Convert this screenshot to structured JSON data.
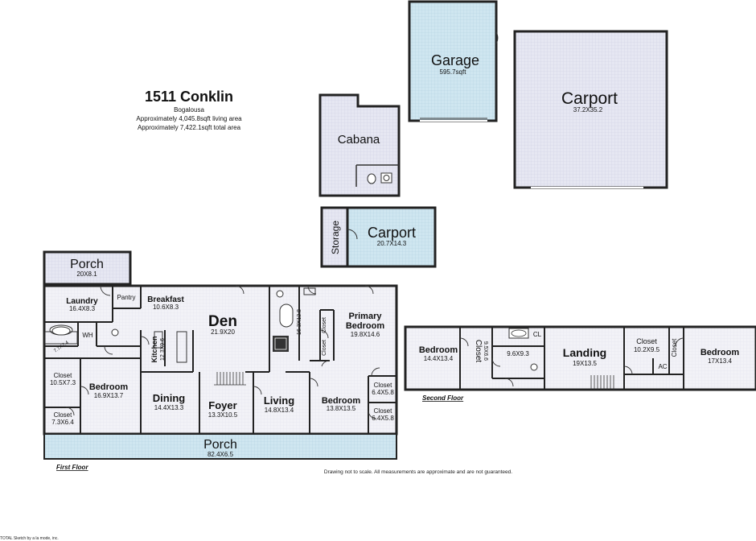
{
  "header": {
    "address": "1511 Conklin",
    "city": "Bogalousa",
    "living_area": "Approximately 4,045.8sqft living area",
    "total_area": "Approximately 7,422.1sqft total area"
  },
  "outbuildings": {
    "garage": {
      "name": "Garage",
      "size": "595.7sqft"
    },
    "carport_large": {
      "name": "Carport",
      "size": "37.2X35.2"
    },
    "cabana": {
      "name": "Cabana"
    },
    "storage": {
      "name": "Storage"
    },
    "carport_small": {
      "name": "Carport",
      "size": "20.7X14.3"
    }
  },
  "first_floor": {
    "label": "First Floor",
    "rooms": {
      "porch_top": {
        "name": "Porch",
        "size": "20X8.1"
      },
      "laundry": {
        "name": "Laundry",
        "size": "16.4X8.3"
      },
      "pantry": {
        "name": "Pantry"
      },
      "breakfast": {
        "name": "Breakfast",
        "size": "10.6X8.3"
      },
      "wh": {
        "name": "WH"
      },
      "bath_size": {
        "size": "7.7X7.4"
      },
      "kitchen": {
        "name": "Kitchen",
        "size": "12.3X9.6"
      },
      "den": {
        "name": "Den",
        "size": "21.9X20"
      },
      "primary_bath": {
        "size": "16.3X12.8"
      },
      "primary_closet_1": {
        "name": "Closet"
      },
      "primary_closet_2": {
        "name": "Closet"
      },
      "primary_bedroom": {
        "name1": "Primary",
        "name2": "Bedroom",
        "size": "19.8X14.6"
      },
      "closet_left_top": {
        "name": "Closet",
        "size": "10.5X7.3"
      },
      "closet_left_bottom": {
        "name": "Closet",
        "size": "7.3X6.4"
      },
      "bedroom_left": {
        "name": "Bedroom",
        "size": "16.9X13.7"
      },
      "dining": {
        "name": "Dining",
        "size": "14.4X13.3"
      },
      "foyer": {
        "name": "Foyer",
        "size": "13.3X10.5"
      },
      "living": {
        "name": "Living",
        "size": "14.8X13.4"
      },
      "bedroom_right": {
        "name": "Bedroom",
        "size": "13.8X13.5"
      },
      "closet_right_top": {
        "name": "Closet",
        "size": "6.4X5.8"
      },
      "closet_right_bottom": {
        "name": "Closet",
        "size": "6.4X5.8"
      },
      "porch_front": {
        "name": "Porch",
        "size": "82.4X6.5"
      }
    }
  },
  "second_floor": {
    "label": "Second Floor",
    "rooms": {
      "bedroom_left": {
        "name": "Bedroom",
        "size": "14.4X13.4"
      },
      "closet_left": {
        "name": "Closet",
        "size": "9.5X6.6"
      },
      "cl": {
        "name": "CL"
      },
      "bath_size": {
        "size": "9.6X9.3"
      },
      "landing": {
        "name": "Landing",
        "size": "19X13.5"
      },
      "closet_right": {
        "name": "Closet",
        "size": "10.2X9.5"
      },
      "closet_small": {
        "name": "Closet"
      },
      "ac": {
        "name": "AC"
      },
      "bedroom_right": {
        "name": "Bedroom",
        "size": "17X13.4"
      }
    }
  },
  "disclaimer": "Drawing not to scale. All measurements are approximate and are not guaranteed.",
  "credit": "TOTAL Sketch by a la mode, inc."
}
